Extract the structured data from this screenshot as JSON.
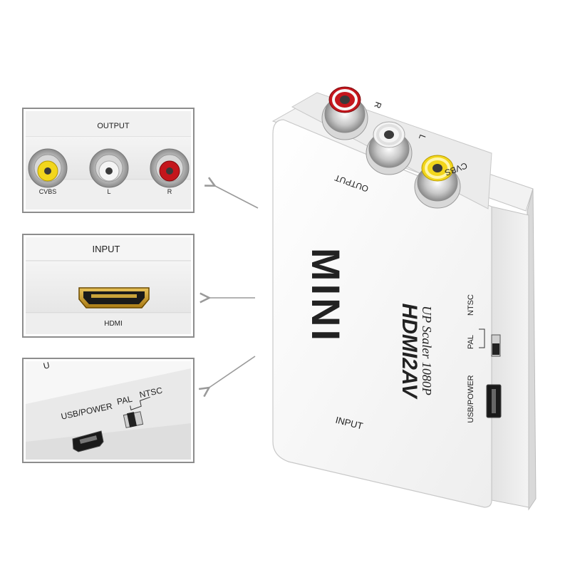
{
  "panels": {
    "output": {
      "title": "OUTPUT",
      "ports": [
        {
          "label": "CVBS",
          "color": "#f2d61c"
        },
        {
          "label": "L",
          "color": "#f4f4f4"
        },
        {
          "label": "R",
          "color": "#c4161c"
        }
      ]
    },
    "input": {
      "title": "INPUT",
      "port_label": "HDMI"
    },
    "power": {
      "usb_label": "USB/POWER",
      "pal_label": "PAL",
      "ntsc_label": "NTSC"
    }
  },
  "device": {
    "brand": "MINI",
    "model": "HDMI2AV",
    "subtitle": "UP Scaler 1080P",
    "output_label": "OUTPUT",
    "input_label": "INPUT",
    "jack_labels": [
      "R",
      "L",
      "CVBS"
    ],
    "side_usb_label": "USB/POWER",
    "side_pal_label": "PAL",
    "side_ntsc_label": "NTSC",
    "body_color": "#f6f6f6",
    "edge_color": "#dcdcdc"
  }
}
